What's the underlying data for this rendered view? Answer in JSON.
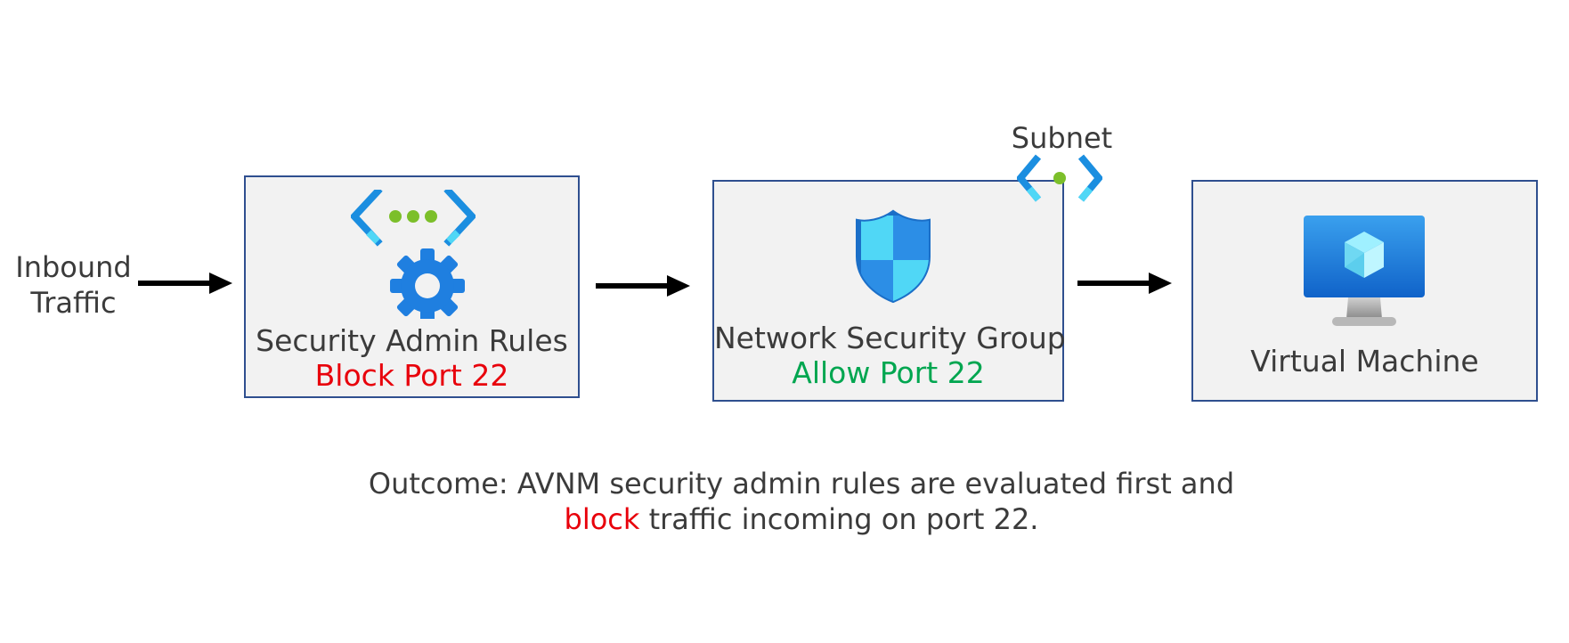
{
  "inbound": {
    "line1": "Inbound",
    "line2": "Traffic"
  },
  "boxes": [
    {
      "title": "Security Admin Rules",
      "status": "Block Port 22",
      "status_color": "#e8000b"
    },
    {
      "title": "Network Security Group",
      "status": "Allow Port 22",
      "status_color": "#00a650"
    },
    {
      "title": "Virtual Machine"
    }
  ],
  "subnet": {
    "label": "Subnet"
  },
  "outcome": {
    "line1": "Outcome: AVNM security admin rules are evaluated first and",
    "line2_highlight": "block",
    "line2_rest": " traffic incoming on port 22.",
    "highlight_color": "#e8000b"
  },
  "colors": {
    "box_border": "#2f4f8f",
    "box_fill": "#f2f2f2",
    "arrow": "#000000"
  },
  "icons": [
    "vnet-gear-icon",
    "shield-icon",
    "subnet-icon",
    "monitor-icon"
  ]
}
